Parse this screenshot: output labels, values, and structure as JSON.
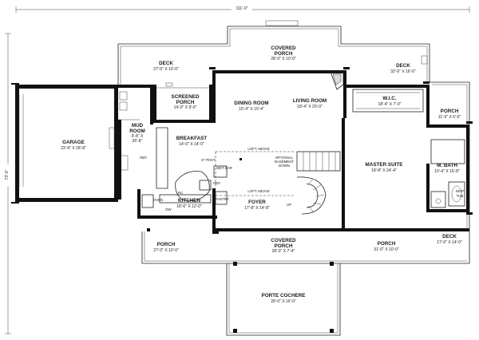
{
  "dimensions": {
    "overall_width": "111'-0\"",
    "overall_depth": "73'-0\""
  },
  "rooms": {
    "covered_porch_rear": {
      "name_1": "COVERED",
      "name_2": "PORCH",
      "size": "28'-0\" X 10'-0\""
    },
    "deck_left": {
      "name": "DECK",
      "size": "27'-0\" X 10'-0\""
    },
    "deck_right": {
      "name": "DECK",
      "size": "32'-0\" X 16'-0\""
    },
    "screened_porch": {
      "name_1": "SCREENED",
      "name_2": "PORCH",
      "size": "14'-0\" X 9'-6\""
    },
    "dining_room": {
      "name": "DINING ROOM",
      "size": "15'-4\" X 10'-4\""
    },
    "living_room": {
      "name": "LIVING ROOM",
      "size": "18'-4\" X 20'-0\""
    },
    "wic": {
      "name": "W.I.C.",
      "size": "18'-4\" X 7'-0\""
    },
    "porch_side": {
      "name": "PORCH",
      "size": "11'-0\" X 6'-0\""
    },
    "garage": {
      "name": "GARAGE",
      "size": "23'-4\" X 28'-8\""
    },
    "mud_room": {
      "name_1": "MUD",
      "name_2": "ROOM",
      "size_1": "9'-8\" X",
      "size_2": "26'-8\""
    },
    "breakfast": {
      "name": "BREAKFAST",
      "size": "14'-0\" X 14'-0\""
    },
    "master_suite": {
      "name": "MASTER SUITE",
      "size": "18'-8\" X 24'-4\""
    },
    "master_bath": {
      "name": "M. BATH",
      "size": "10'-4\" X 16'-8\""
    },
    "kitchen": {
      "name": "KITCHEN",
      "size": "18'-6\" X 12'-0\""
    },
    "foyer": {
      "name": "FOYER",
      "size": "17'-8\" X 14'-8\""
    },
    "porch_left": {
      "name": "PORCH",
      "size": "27'-0\" X 10'-0\""
    },
    "covered_porch_front": {
      "name_1": "COVERED",
      "name_2": "PORCH",
      "size": "28'-0\" X 7'-4\""
    },
    "porch_right": {
      "name": "PORCH",
      "size": "31'-0\" X 10'-0\""
    },
    "deck_front": {
      "name": "DECK",
      "size": "17'-0\" X 14'-0\""
    },
    "porte_cochere": {
      "name": "PORTE COCHERE",
      "size": "28'-0\" X 16'-0\""
    }
  },
  "annotations": {
    "loft_above_1": "LOFT ABOVE",
    "loft_above_2": "LOFT ABOVE",
    "optional_basement_1": "OPTIONAL",
    "optional_basement_2": "BASEMENT",
    "optional_basement_3": "DOWN",
    "wet_bar": "WET BAR",
    "post": "8\" POST",
    "pantry": "PANTRY",
    "ref_kitchen": "REF.",
    "ref_breakfast": "REF.",
    "oven": "OVEN",
    "dw": "DW",
    "up": "UP",
    "whp_1": "WHP",
    "whp_2": "TUB",
    "rc": "RC"
  }
}
